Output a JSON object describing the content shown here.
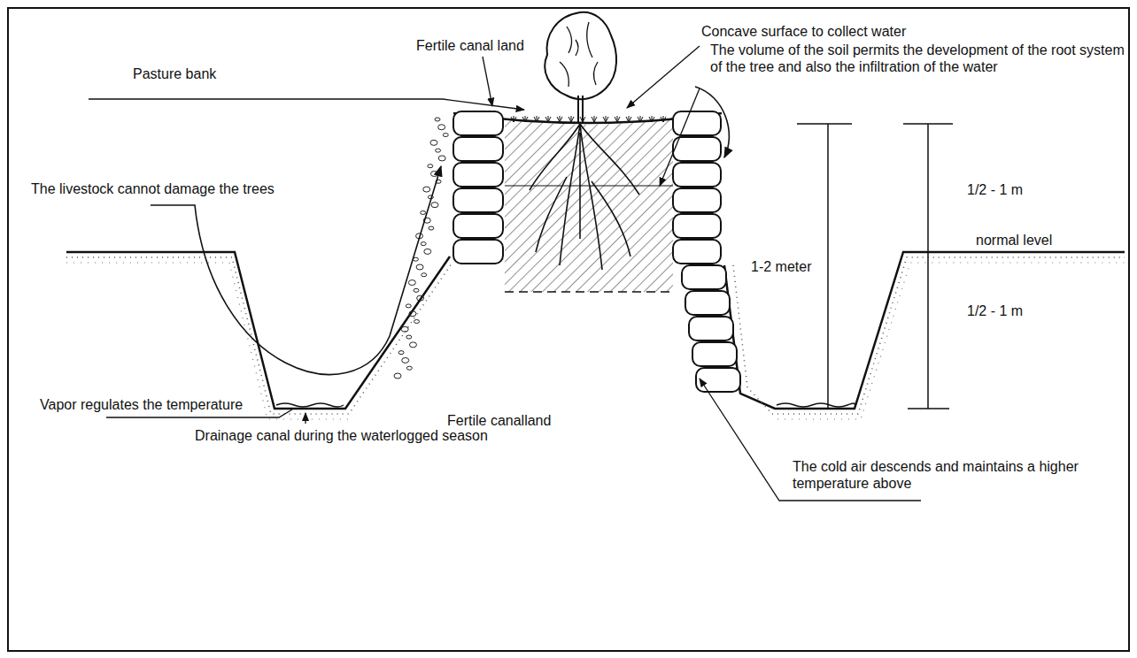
{
  "diagram": {
    "labels": [
      "Fertile canal land",
      "Concave surface to collect water",
      "The volume of the soil permits the development of the root system of the tree and also the infiltration of the water",
      "Pasture bank",
      "The livestock cannot damage the trees",
      "1/2 - 1 m",
      "1-2 meter",
      "normal level",
      "1/2 - 1 m",
      "Vapor regulates the temperature",
      "Fertile canalland",
      "Drainage canal during the waterlogged season",
      "The cold air descends and maintains a higher temperature above"
    ]
  }
}
